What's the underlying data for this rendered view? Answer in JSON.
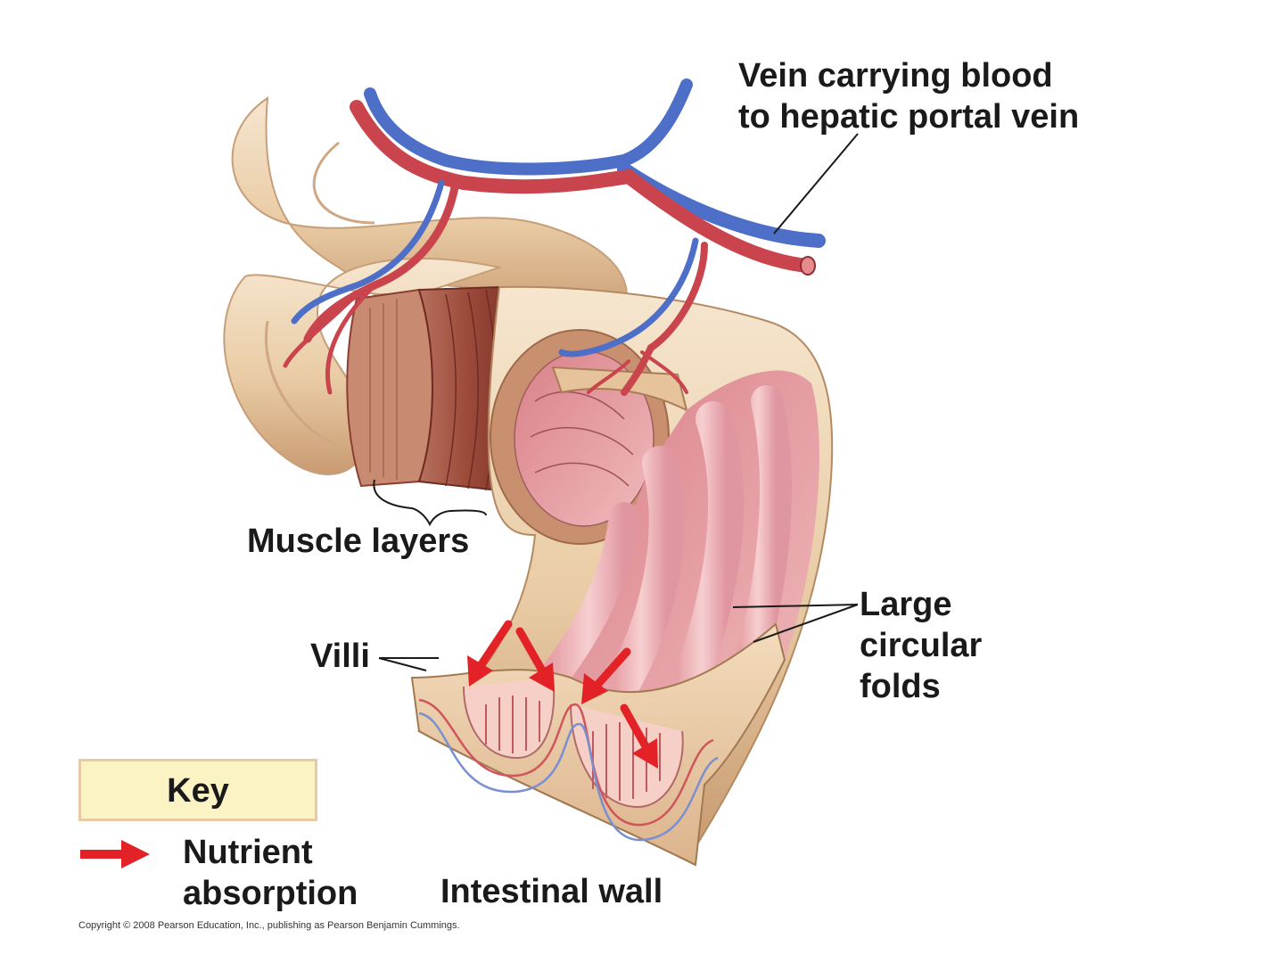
{
  "labels": {
    "vein_line1": "Vein carrying blood",
    "vein_line2": "to hepatic portal vein",
    "muscle_layers": "Muscle layers",
    "villi": "Villi",
    "folds_line1": "Large",
    "folds_line2": "circular",
    "folds_line3": "folds",
    "intestinal_wall": "Intestinal wall"
  },
  "key": {
    "title": "Key",
    "item_line1": "Nutrient",
    "item_line2": "absorption",
    "arrow_icon": "red-arrow-icon"
  },
  "copyright": "Copyright © 2008 Pearson Education, Inc., publishing as Pearson Benjamin Cummings.",
  "colors": {
    "intestine_outer": "#ecd2ad",
    "muscle": "#a4513f",
    "mucosa": "#e6a2a6",
    "artery": "#c9444c",
    "vein": "#4e6fc7",
    "arrow": "#e32228",
    "key_fill": "#fbf3c4"
  }
}
